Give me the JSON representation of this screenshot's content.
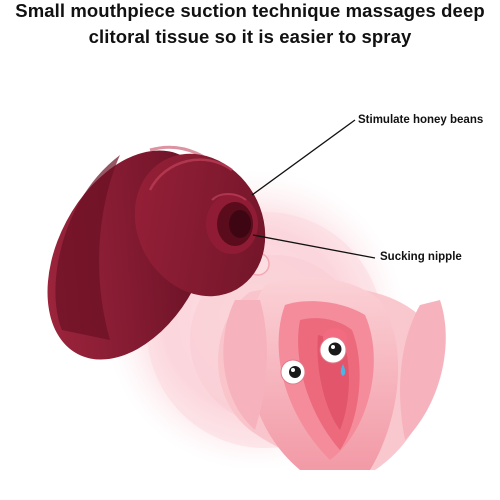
{
  "caption": {
    "line1": "Small mouthpiece suction technique massages deep",
    "line2": "clitoral tissue so it is easier to spray"
  },
  "labels": {
    "stimulate": "Stimulate honey beans",
    "sucking": "Sucking nipple"
  },
  "colors": {
    "device": "#8a1c32",
    "device_dark": "#5e0e1f",
    "halo": "#fbd9df",
    "petal": "#f6a3ad",
    "leader_line": "#111111"
  },
  "icons": [
    "suction-device-illustration",
    "anatomy-illustration",
    "cartoon-eye-icon"
  ]
}
